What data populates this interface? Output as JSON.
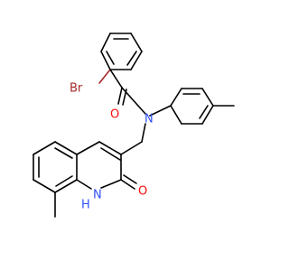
{
  "molecule": {
    "atoms": {
      "br": {
        "text": "Br",
        "color": "#a62929"
      },
      "o_amide": {
        "text": "O",
        "color": "#ff0d0d"
      },
      "n_amide": {
        "text": "N",
        "color": "#3050f8"
      },
      "o_lactam": {
        "text": "O",
        "color": "#ff0d0d"
      },
      "nh": {
        "text": "N",
        "color": "#3050f8"
      },
      "nh_h": {
        "text": "H",
        "color": "#3050f8"
      }
    }
  }
}
